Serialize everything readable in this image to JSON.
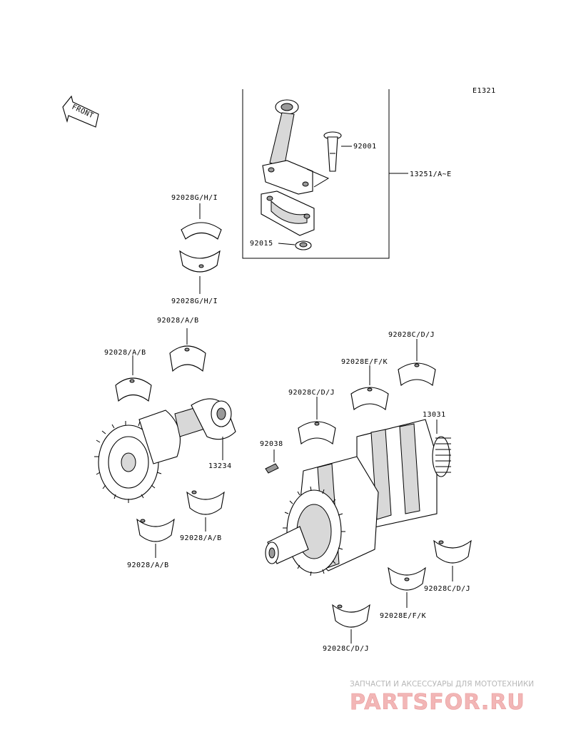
{
  "diagram_code": "E1321",
  "front_label": "FRONT",
  "labels": {
    "conrod_assy": "13251/A~E",
    "bolt": "92001",
    "nut": "92015",
    "conrod_bearing_upper": "92028G/H/I",
    "conrod_bearing_lower": "92028G/H/I",
    "balancer_bearing_top": "92028/A/B",
    "balancer_bearing_left": "92028/A/B",
    "balancer_shaft": "13234",
    "balancer_bearing_right_low": "92028/A/B",
    "balancer_bearing_bottom": "92028/A/B",
    "key": "92038",
    "crank_bearing_cdj_top": "92028C/D/J",
    "crank_bearing_efk_top": "92028E/F/K",
    "crank_bearing_cdj_mid": "92028C/D/J",
    "crank_gear": "13031",
    "crank_bearing_cdj_right": "92028C/D/J",
    "crank_bearing_efk_bottom": "92028E/F/K",
    "crank_bearing_cdj_bottom": "92028C/D/J"
  },
  "watermark": {
    "caption": "ЗАПЧАСТИ И АКСЕССУАРЫ ДЛЯ МОТОТЕХНИКИ",
    "brand": "PARTSFOR.RU"
  }
}
